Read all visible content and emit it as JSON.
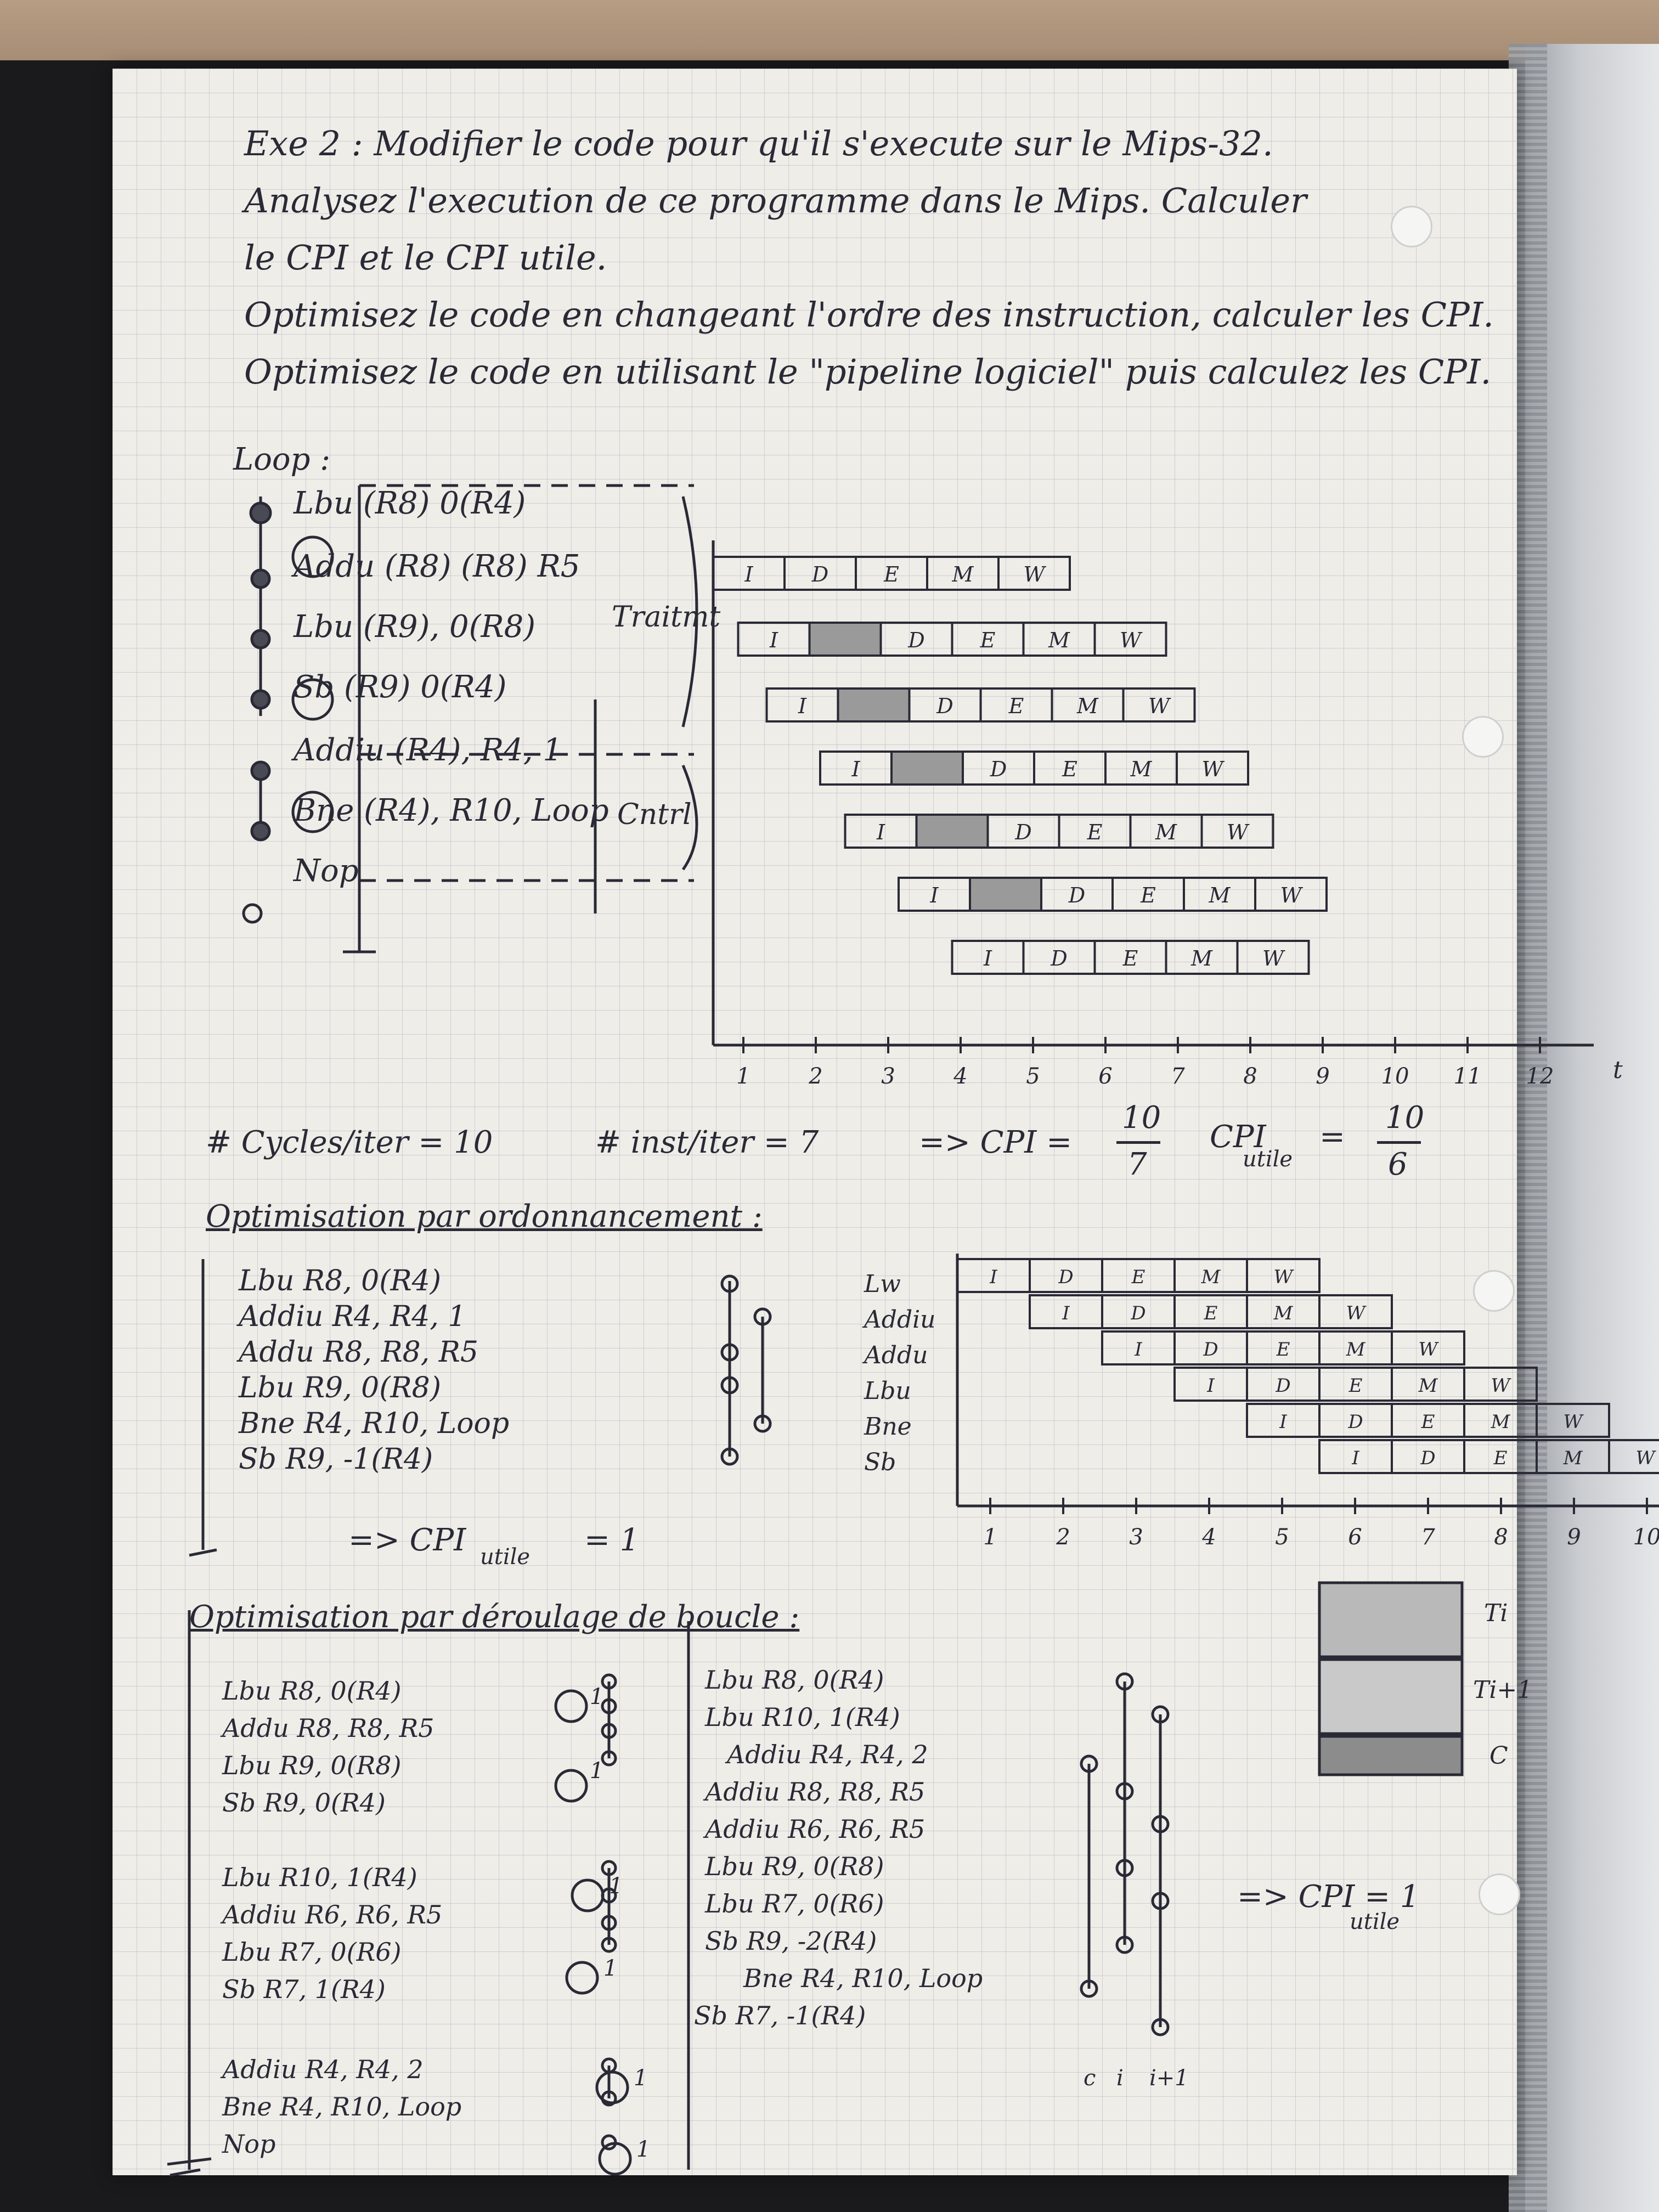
{
  "exercise": {
    "title": "Exe 2",
    "lines": [
      "Exe 2 : Modifier le code pour qu'il s'execute sur le Mips-32.",
      "Analysez l'execution de ce programme dans le Mips. Calculer",
      "le CPI et le CPI utile.",
      "Optimisez le code en changeant l'ordre des instruction, calculer les CPI.",
      "Optimisez le code en utilisant le \"pipeline logiciel\" puis calculez les CPI."
    ]
  },
  "loop": {
    "label": "Loop :",
    "instructions": [
      "Lbu (R8) 0(R4)",
      "Addu (R8) (R8) R5",
      "Lbu (R9), 0(R8)",
      "Sb (R9) 0(R4)",
      "Addiu (R4), R4, 1",
      "Bne (R4), R10, Loop",
      "Nop"
    ],
    "annotations": {
      "traitement": "Traitmt",
      "controle": "Cntrl"
    },
    "stage_labels": [
      "I",
      "D",
      "E",
      "M",
      "W"
    ],
    "axis": {
      "ticks": [
        "1",
        "2",
        "3",
        "4",
        "5",
        "6",
        "7",
        "8",
        "9",
        "10",
        "11",
        "12"
      ],
      "label": "t"
    },
    "metrics": {
      "cycles": "# Cycles/iter = 10",
      "inst": "# inst/iter = 7",
      "cpi_num": "10",
      "cpi_den": "7",
      "cpi_prefix": "=> CPI =",
      "cpi_utile_label": "CPI",
      "cpi_utile_sub": "utile",
      "cpi_utile_eq": "=",
      "cpi_utile_num": "10",
      "cpi_utile_den": "6"
    }
  },
  "ordonnancement": {
    "title": "Optimisation par ordonnancement :",
    "instructions": [
      "Lbu R8, 0(R4)",
      "Addiu R4, R4, 1",
      "Addu R8, R8, R5",
      "Lbu R9, 0(R8)",
      "Bne R4, R10, Loop",
      "Sb R9, -1(R4)"
    ],
    "row_labels": [
      "Lw",
      "Addiu",
      "Addu",
      "Lbu",
      "Bne",
      "Sb"
    ],
    "axis": {
      "ticks": [
        "1",
        "2",
        "3",
        "4",
        "5",
        "6",
        "7",
        "8",
        "9",
        "10"
      ]
    },
    "result": "=> CPI",
    "result_sub": "utile",
    "result_val": "= 1"
  },
  "deroulage": {
    "title": "Optimisation par déroulage de boucle :",
    "left": [
      "Lbu R8, 0(R4)",
      "Addu R8, R8, R5",
      "Lbu R9, 0(R8)",
      "Sb R9, 0(R4)",
      "Lbu R10, 1(R4)",
      "Addiu R6, R6, R5",
      "Lbu R7, 0(R6)",
      "Sb R7, 1(R4)",
      "Addiu R4, R4, 2",
      "Bne R4, R10, Loop",
      "Nop"
    ],
    "badge": "1",
    "right": [
      "Lbu R8, 0(R4)",
      "Lbu R10, 1(R4)",
      "Addiu R4, R4, 2",
      "Addiu R8, R8, R5",
      "Addiu R6, R6, R5",
      "Lbu R9, 0(R8)",
      "Lbu R7, 0(R6)",
      "Sb R9, -2(R4)",
      "Bne R4, R10, Loop",
      "Sb R7, -1(R4)"
    ],
    "col_labels": [
      "c",
      "i",
      "i+1"
    ],
    "legend": [
      "Ti",
      "Ti+1",
      "C"
    ],
    "result": "=> CPI = 1",
    "result_sub": "utile"
  }
}
